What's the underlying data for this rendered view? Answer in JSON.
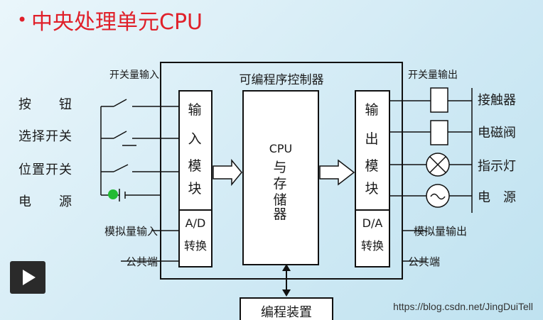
{
  "title": "中央处理单元CPU",
  "diagram": {
    "plc_label": "可编程序控制器",
    "switch_input": "开关量输入",
    "switch_output": "开关量输出",
    "left_devices": [
      "按　　钮",
      "选择开关",
      "位置开关",
      "电　　源"
    ],
    "right_devices": [
      "接触器",
      "电磁阀",
      "指示灯",
      "电　源"
    ],
    "input_module": [
      "输",
      "入",
      "模",
      "块"
    ],
    "output_module": [
      "输",
      "出",
      "模",
      "块"
    ],
    "ad": [
      "A/D",
      "转换"
    ],
    "da": [
      "D/A",
      "转换"
    ],
    "cpu": [
      "CPU",
      "与",
      "存",
      "储",
      "器"
    ],
    "analog_in": "模拟量输入",
    "analog_out": "模拟量输出",
    "common_left": "公共端",
    "common_right": "公共端",
    "programmer": "编程装置"
  },
  "watermark": "https://blog.csdn.net/JingDuiTell"
}
